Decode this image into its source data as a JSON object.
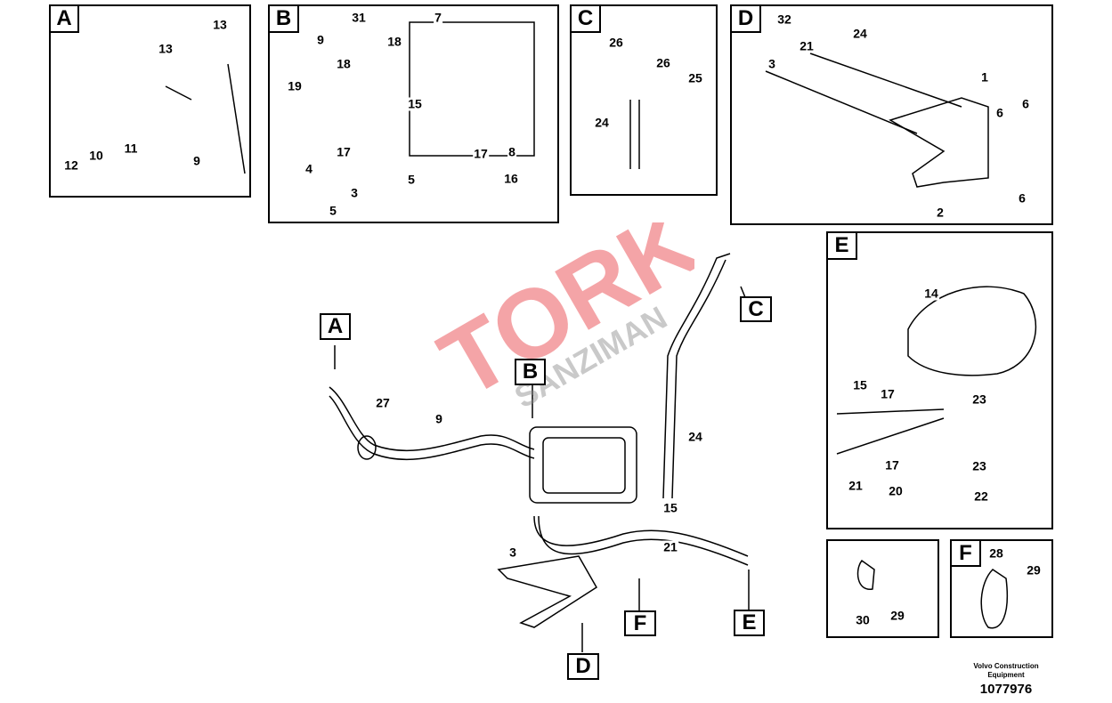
{
  "watermark": {
    "line1": "TORK",
    "line2": "SANZIMAN",
    "color": "#e8383d"
  },
  "panels": {
    "A": {
      "tag": "A",
      "callouts": [
        "13",
        "13",
        "12",
        "10",
        "11",
        "9"
      ]
    },
    "B": {
      "tag": "B",
      "callouts": [
        "31",
        "7",
        "9",
        "18",
        "18",
        "19",
        "15",
        "17",
        "17",
        "8",
        "4",
        "5",
        "16",
        "5",
        "3"
      ]
    },
    "C": {
      "tag": "C",
      "callouts": [
        "26",
        "26",
        "25",
        "24"
      ]
    },
    "D": {
      "tag": "D",
      "callouts": [
        "32",
        "24",
        "21",
        "3",
        "1",
        "6",
        "6",
        "6",
        "2"
      ]
    },
    "E": {
      "tag": "E",
      "callouts": [
        "14",
        "15",
        "17",
        "23",
        "21",
        "17",
        "23",
        "20",
        "22"
      ]
    },
    "G": {
      "callouts": [
        "30",
        "29"
      ]
    },
    "F": {
      "tag": "F",
      "callouts": [
        "28",
        "29"
      ]
    }
  },
  "main": {
    "tags": [
      "A",
      "B",
      "C",
      "D",
      "E",
      "F"
    ],
    "callouts": [
      "27",
      "9",
      "24",
      "15",
      "21",
      "3"
    ]
  },
  "footer": {
    "company_line1": "Volvo Construction",
    "company_line2": "Equipment",
    "drawing_number": "1077976"
  }
}
